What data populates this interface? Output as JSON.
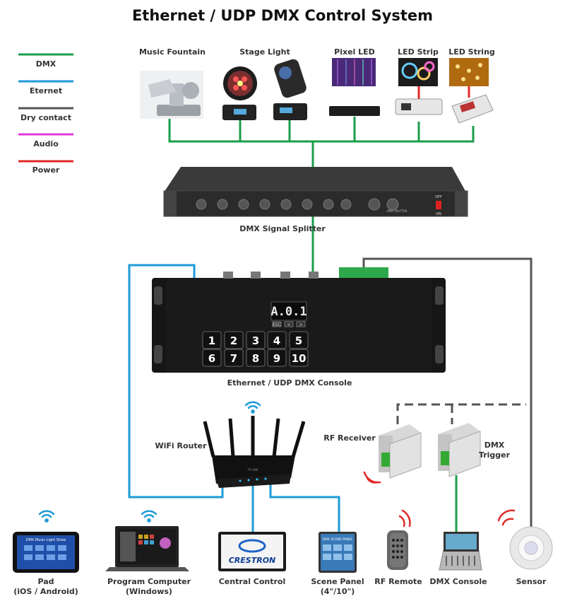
{
  "title": "Ethernet / UDP DMX Control System",
  "legend": [
    {
      "label": "DMX",
      "color": "#1a9e4a"
    },
    {
      "label": "Eternet",
      "color": "#1e9bd7"
    },
    {
      "label": "Dry contact",
      "color": "#555555"
    },
    {
      "label": "Audio",
      "color": "#e03ad8"
    },
    {
      "label": "Power",
      "color": "#e02828"
    }
  ],
  "fixtures": {
    "music_fountain": "Music Fountain",
    "stage_light": "Stage Light",
    "pixel_led": "Pixel LED",
    "led_strip": "LED Strip",
    "led_string": "LED String"
  },
  "splitter": {
    "label": "DMX Signal Splitter",
    "brand": "DMX SPLITTER",
    "off": "OFF",
    "on": "ON"
  },
  "console": {
    "label": "Ethernet / UDP DMX Console",
    "display": "A.0.1",
    "keys": [
      "1",
      "2",
      "3",
      "4",
      "5",
      "6",
      "7",
      "8",
      "9",
      "10"
    ],
    "nav_keys": [
      "ESC",
      "<",
      ">"
    ]
  },
  "router": {
    "label": "WiFi Router",
    "brand": "TP-LINK"
  },
  "rf_receiver": "RF Receiver",
  "dmx_trigger": [
    "DMX",
    "Trigger"
  ],
  "bottom": {
    "pad": [
      "Pad",
      "(iOS / Android)"
    ],
    "pad_screen_title": "DMX Music Light Show",
    "pc": [
      "Program Computer",
      "(Windows)"
    ],
    "central": "Central Control",
    "crestron": "CRESTRON",
    "scene_panel": [
      "Scene Panel",
      "(4\"/10\")"
    ],
    "scene_panel_screen": "DMX SCENE PANEL",
    "rf_remote": "RF Remote",
    "dmx_console": "DMX Console",
    "sensor": "Sensor"
  }
}
